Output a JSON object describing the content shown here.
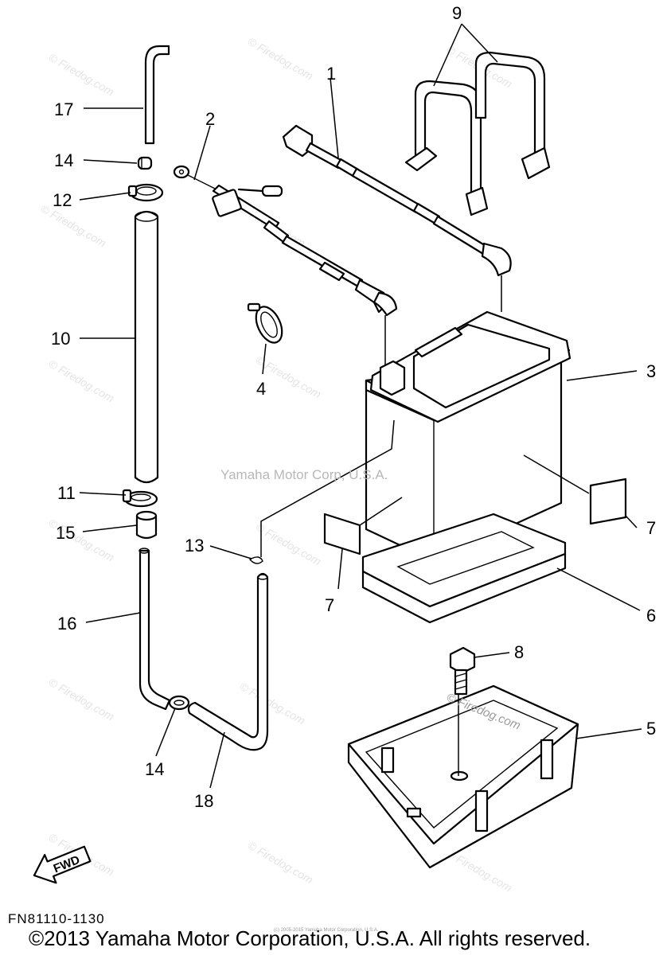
{
  "diagram": {
    "callouts": {
      "c1": "1",
      "c2": "2",
      "c3": "3",
      "c4": "4",
      "c5": "5",
      "c6": "6",
      "c7a": "7",
      "c7b": "7",
      "c8": "8",
      "c9": "9",
      "c10": "10",
      "c11": "11",
      "c12": "12",
      "c13": "13",
      "c14a": "14",
      "c14b": "14",
      "c15": "15",
      "c16": "16",
      "c17": "17",
      "c18": "18"
    },
    "fwd_label": "FWD",
    "center_watermark": "Yamaha Motor Corp, U.S.A.",
    "watermark_text": "© Firedog.com",
    "inline_watermark": "© Firedog.com",
    "tiny_notice": "(c) 2005-2015 Yamaha Motor Corporation, U.S.A.",
    "figure_code": "FN81110-1130",
    "copyright": "©2013 Yamaha Motor Corporation, U.S.A. All rights reserved."
  }
}
